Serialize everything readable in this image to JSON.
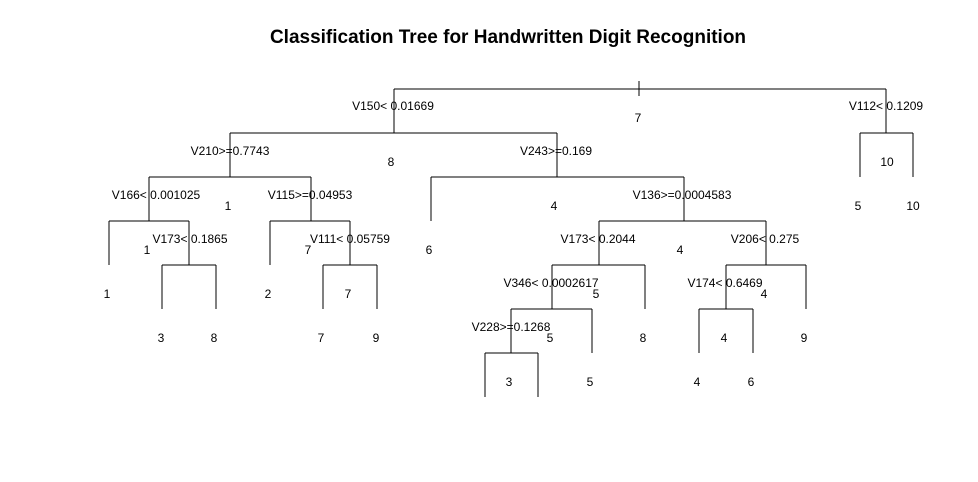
{
  "title": "Classification Tree for Handwritten Digit Recognition",
  "root_label": "7",
  "splits": [
    {
      "id": "s1",
      "rule": "V150< 0.01669",
      "node_class": "7"
    },
    {
      "id": "s2",
      "rule": "V210>=0.7743",
      "node_class": "8"
    },
    {
      "id": "s3",
      "rule": "V166< 0.001025",
      "node_class": "1"
    },
    {
      "id": "s4",
      "rule": "V173< 0.1865",
      "node_class": "1"
    },
    {
      "id": "s5",
      "rule": "V115>=0.04953",
      "node_class": "7"
    },
    {
      "id": "s6",
      "rule": "V111< 0.05759",
      "node_class": "7"
    },
    {
      "id": "s7",
      "rule": "V243>=0.169",
      "node_class": "4"
    },
    {
      "id": "s8",
      "rule": "V136>=0.0004583",
      "node_class": "4"
    },
    {
      "id": "s9",
      "rule": "V173< 0.2044",
      "node_class": "5"
    },
    {
      "id": "s10",
      "rule": "V346< 0.0002617",
      "node_class": "5"
    },
    {
      "id": "s11",
      "rule": "V228>=0.1268",
      "node_class": "3"
    },
    {
      "id": "s12",
      "rule": "V206< 0.275",
      "node_class": "4"
    },
    {
      "id": "s13",
      "rule": "V174< 0.6469",
      "node_class": "4"
    },
    {
      "id": "s14",
      "rule": "V112< 0.1209",
      "node_class": "10"
    }
  ],
  "leaves": [
    "1",
    "3",
    "8",
    "2",
    "7",
    "9",
    "6",
    "3",
    "5",
    "8",
    "4",
    "6",
    "9",
    "5",
    "10"
  ]
}
